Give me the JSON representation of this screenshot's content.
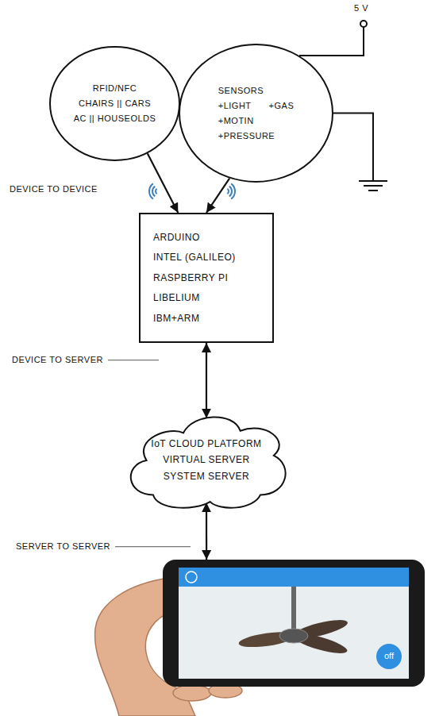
{
  "diagram": {
    "nodes": [
      {
        "text": [
          "RFID/NFC",
          "CHAIRS || CARS",
          "AC || HOUSEOLDS"
        ]
      },
      {
        "text": [
          "SENSORS",
          "+LIGHT",
          "+GAS",
          "+MOTIN",
          "+PRESSURE"
        ]
      },
      {
        "text": [
          "ARDUINO",
          "INTEL (GALILEO)",
          "RASPBERRY PI",
          "LIBELIUM",
          "IBM+ARM"
        ]
      },
      {
        "text": [
          "IoT CLOUD PLATFORM",
          "VIRTUAL SERVER",
          "SYSTEM SERVER"
        ]
      },
      {
        "text": [
          "off"
        ]
      }
    ],
    "edges": [
      {
        "from": 0,
        "to": 2,
        "arrow": "to"
      },
      {
        "from": 1,
        "to": 2,
        "arrow": "to"
      },
      {
        "from": 2,
        "to": 3,
        "arrow": "both"
      },
      {
        "from": 3,
        "to": 4,
        "arrow": "both"
      }
    ],
    "labels": [
      "5 V",
      "DEVICE TO DEVICE",
      "DEVICE TO SERVER",
      "SERVER TO SERVER"
    ]
  }
}
